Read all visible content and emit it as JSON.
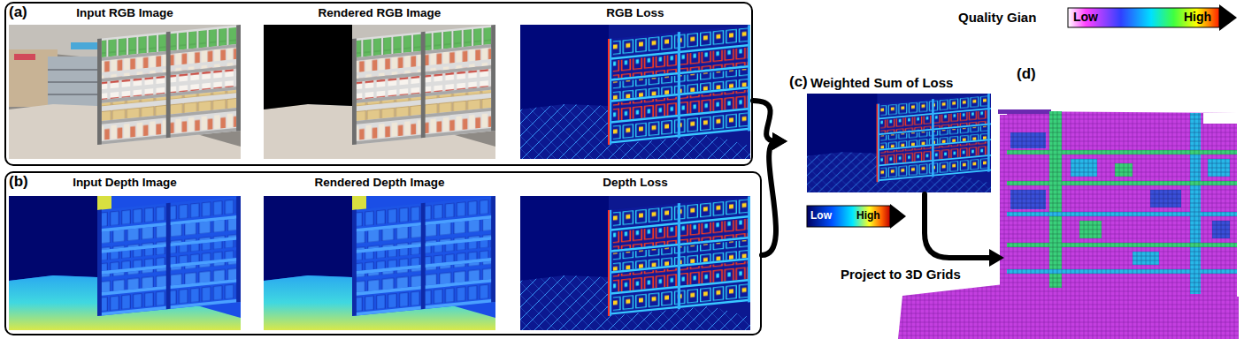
{
  "diagram": {
    "nodes": [
      {
        "text": [
          "(a)"
        ]
      },
      {
        "text": [
          "Input RGB Image"
        ],
        "in": 0
      },
      {
        "text": [
          "Rendered RGB Image"
        ],
        "in": 0
      },
      {
        "text": [
          "RGB Loss"
        ],
        "in": 0
      },
      {
        "text": [
          "(b)"
        ]
      },
      {
        "text": [
          "Input Depth Image"
        ],
        "in": 4
      },
      {
        "text": [
          "Rendered Depth Image"
        ],
        "in": 4
      },
      {
        "text": [
          "Depth Loss"
        ],
        "in": 4
      },
      {
        "text": [
          "(c)",
          "Weighted Sum of Loss"
        ]
      },
      {
        "text": [
          "(d)"
        ]
      }
    ],
    "edges": [
      {
        "from": 0,
        "to": 8,
        "arrow": "to"
      },
      {
        "from": 4,
        "to": 8,
        "arrow": "to"
      },
      {
        "from": 8,
        "to": 9,
        "label": "Project to 3D Grids",
        "arrow": "to"
      }
    ],
    "labels": [
      "Quality Gian",
      "Low",
      "High",
      "Low",
      "High"
    ]
  }
}
